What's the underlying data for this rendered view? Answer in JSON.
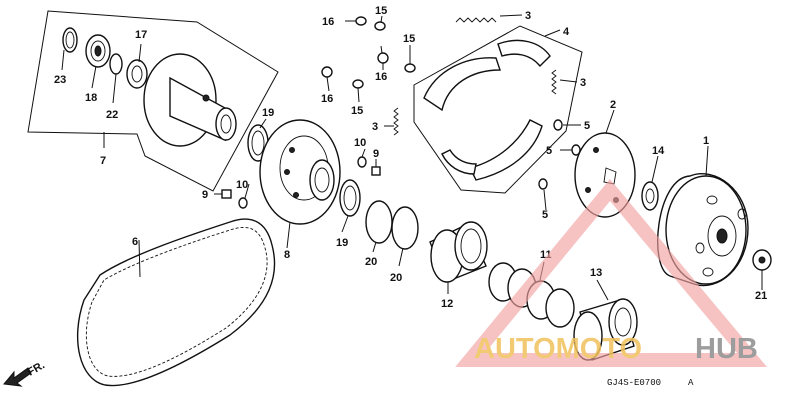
{
  "callouts": [
    {
      "id": "c1",
      "text": "1"
    },
    {
      "id": "c2",
      "text": "2"
    },
    {
      "id": "c3a",
      "text": "3"
    },
    {
      "id": "c3b",
      "text": "3"
    },
    {
      "id": "c3c",
      "text": "3"
    },
    {
      "id": "c4",
      "text": "4"
    },
    {
      "id": "c5a",
      "text": "5"
    },
    {
      "id": "c5b",
      "text": "5"
    },
    {
      "id": "c5c",
      "text": "5"
    },
    {
      "id": "c6",
      "text": "6"
    },
    {
      "id": "c7",
      "text": "7"
    },
    {
      "id": "c8",
      "text": "8"
    },
    {
      "id": "c9a",
      "text": "9"
    },
    {
      "id": "c9b",
      "text": "9"
    },
    {
      "id": "c10a",
      "text": "10"
    },
    {
      "id": "c10b",
      "text": "10"
    },
    {
      "id": "c11",
      "text": "11"
    },
    {
      "id": "c12",
      "text": "12"
    },
    {
      "id": "c13",
      "text": "13"
    },
    {
      "id": "c14",
      "text": "14"
    },
    {
      "id": "c15a",
      "text": "15"
    },
    {
      "id": "c15b",
      "text": "15"
    },
    {
      "id": "c15c",
      "text": "15"
    },
    {
      "id": "c16a",
      "text": "16"
    },
    {
      "id": "c16b",
      "text": "16"
    },
    {
      "id": "c16c",
      "text": "16"
    },
    {
      "id": "c17",
      "text": "17"
    },
    {
      "id": "c18",
      "text": "18"
    },
    {
      "id": "c19a",
      "text": "19"
    },
    {
      "id": "c19b",
      "text": "19"
    },
    {
      "id": "c20a",
      "text": "20"
    },
    {
      "id": "c20b",
      "text": "20"
    },
    {
      "id": "c21",
      "text": "21"
    },
    {
      "id": "c22",
      "text": "22"
    },
    {
      "id": "c23",
      "text": "23"
    }
  ],
  "direction_label": "FR.",
  "drawing_code": "GJ4S-E0700",
  "drawing_rev": "A",
  "watermark": {
    "text_part1": "AUTOMOTO",
    "text_part2": "HUB",
    "color_primary": "#f2c15c",
    "color_secondary": "#8c8c8c",
    "triangle_color": "#f2a0a0"
  }
}
